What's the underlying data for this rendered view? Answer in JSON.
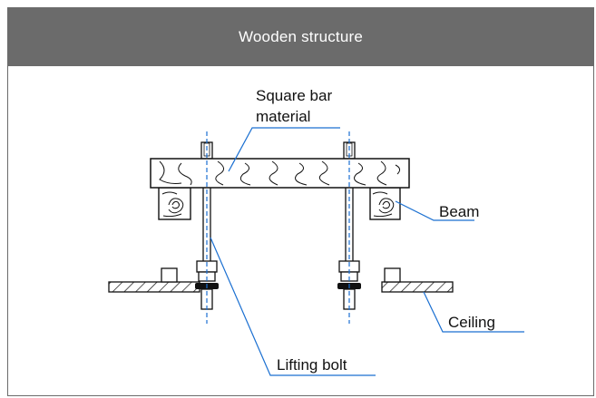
{
  "title": "Wooden structure",
  "labels": {
    "square_bar_line1": "Square bar",
    "square_bar_line2": "material",
    "beam": "Beam",
    "ceiling": "Ceiling",
    "lifting_bolt": "Lifting bolt"
  },
  "colors": {
    "header_bg": "#6b6b6b",
    "leader_line": "#1a6fd1",
    "center_line": "#1a6fd1",
    "outline": "#111111"
  }
}
